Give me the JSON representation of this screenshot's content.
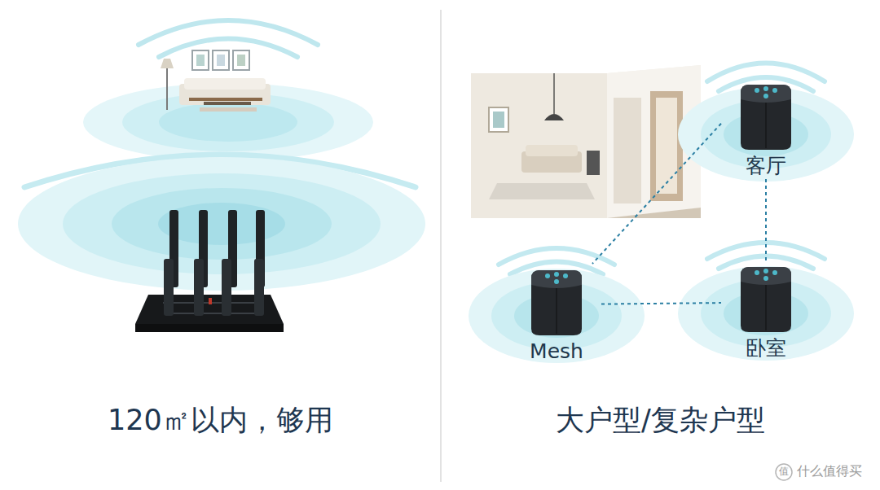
{
  "diagram": {
    "nodes": [
      {
        "text": [
          "客厅"
        ]
      },
      {
        "text": [
          "Mesh"
        ]
      },
      {
        "text": [
          "卧室"
        ]
      }
    ],
    "edges": [
      {
        "from": 0,
        "to": 1,
        "arrow": "none"
      },
      {
        "from": 0,
        "to": 2,
        "arrow": "none"
      },
      {
        "from": 1,
        "to": 2,
        "arrow": "none"
      }
    ],
    "labels": [
      "120㎡以内，够用",
      "大户型/复杂户型",
      "值",
      "什么值得买"
    ]
  }
}
